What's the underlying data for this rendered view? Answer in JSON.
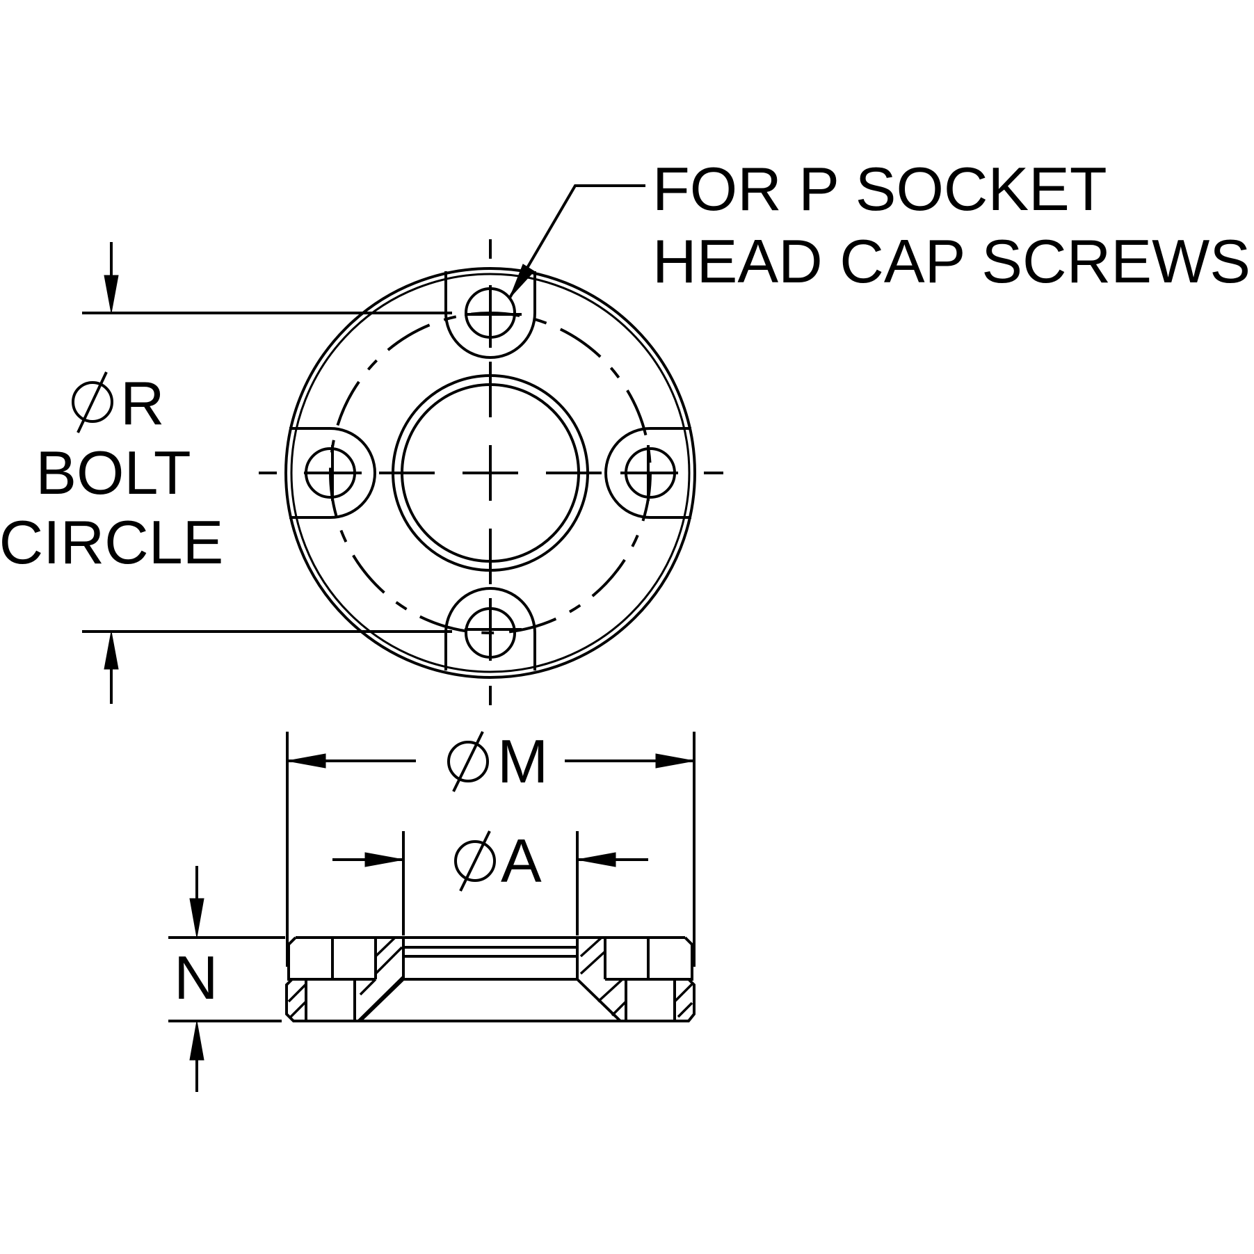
{
  "labels": {
    "callout_line1": "FOR P SOCKET",
    "callout_line2": "HEAD CAP SCREWS",
    "bolt_circle_dim": "R",
    "bolt_circle_line1": "BOLT",
    "bolt_circle_line2": "CIRCLE",
    "outer_dim": "M",
    "bore_dim": "A",
    "height_dim": "N"
  },
  "colors": {
    "line": "#000000",
    "background": "#ffffff"
  }
}
